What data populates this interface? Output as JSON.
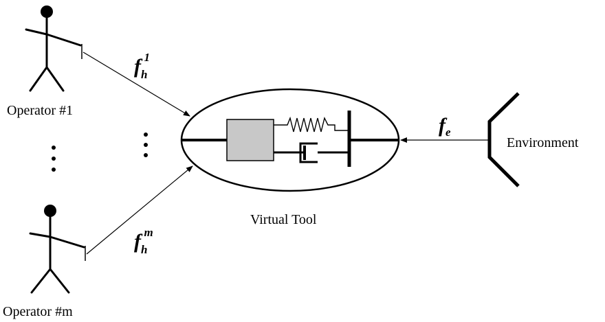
{
  "operators": [
    {
      "label": "Operator #1"
    },
    {
      "label": "Operator #m"
    }
  ],
  "forces": {
    "operator_1": {
      "symbol": "f",
      "subscript": "h",
      "superscript": "1"
    },
    "operator_m": {
      "symbol": "f",
      "subscript": "h",
      "superscript": "m"
    },
    "environment": {
      "symbol": "f",
      "subscript": "e"
    }
  },
  "virtual_tool": {
    "label": "Virtual Tool"
  },
  "environment": {
    "label": "Environment"
  },
  "colors": {
    "stroke": "#000000",
    "mass_fill": "#c8c8c8",
    "background": "#ffffff"
  }
}
